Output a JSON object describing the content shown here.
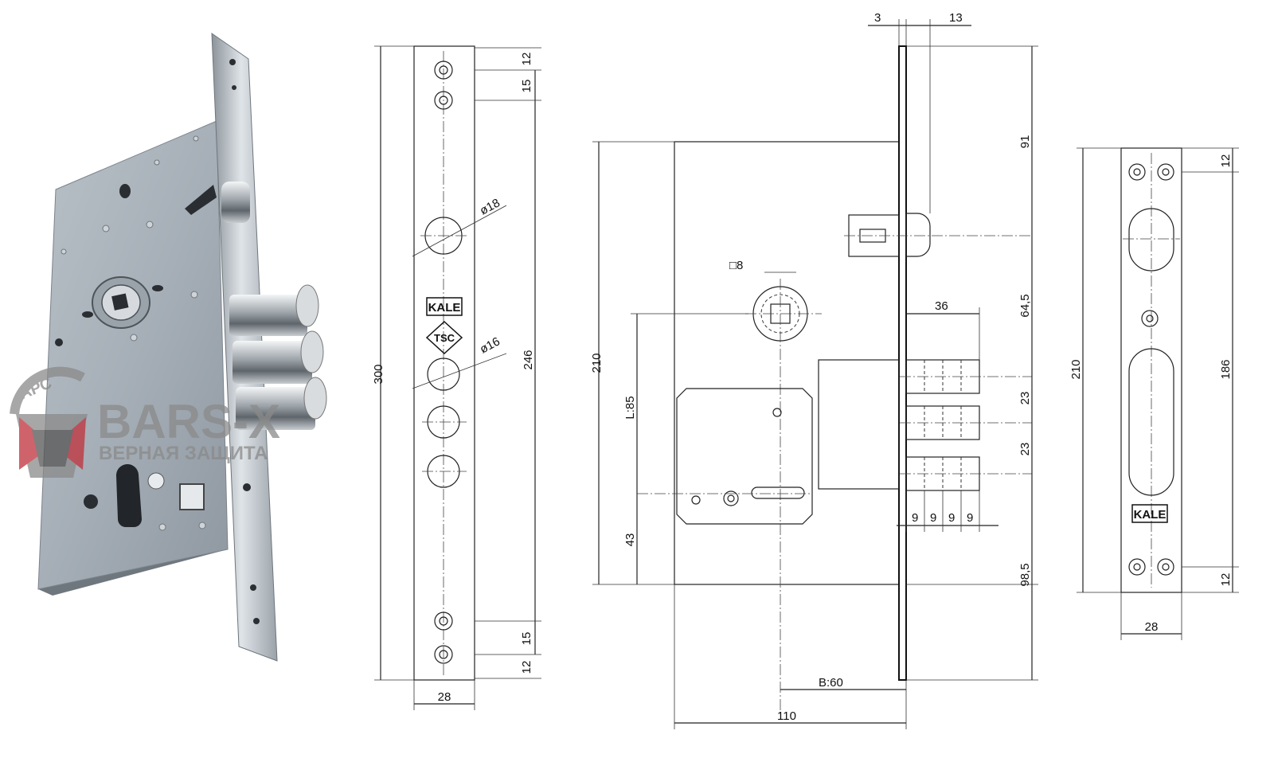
{
  "watermark": {
    "brand": "BARS-X",
    "tagline": "ВЕРНАЯ ЗАЩИТА",
    "ring_text": "АРС",
    "color": "#8a8a8a",
    "accent": "#c0303a"
  },
  "logos": {
    "kale": "KALE",
    "tsc": "TSC"
  },
  "faceplate_view": {
    "height_total": "300",
    "hole_span": "246",
    "width": "28",
    "top_gap_1": "12",
    "top_gap_2": "15",
    "bottom_gap_1": "15",
    "bottom_gap_2": "12",
    "cylinder_hole": "ø18",
    "bolt_hole": "ø16"
  },
  "body_view": {
    "faceplate_thickness": "3",
    "latch_offset": "13",
    "body_height": "210",
    "top_to_latch": "91",
    "latch_to_bolt": "64,5",
    "bolt_pitch_1": "23",
    "bolt_pitch_2": "23",
    "bolt_to_bottom": "98,5",
    "bolt_projection": "36",
    "bolt_segments": [
      "9",
      "9",
      "9",
      "9"
    ],
    "spindle": "□8",
    "l_distance": "L:85",
    "cyl_height": "43",
    "backset": "B:60",
    "body_width": "110"
  },
  "strike_view": {
    "height": "210",
    "hole_span": "186",
    "top_gap": "12",
    "bottom_gap": "12",
    "width": "28"
  }
}
